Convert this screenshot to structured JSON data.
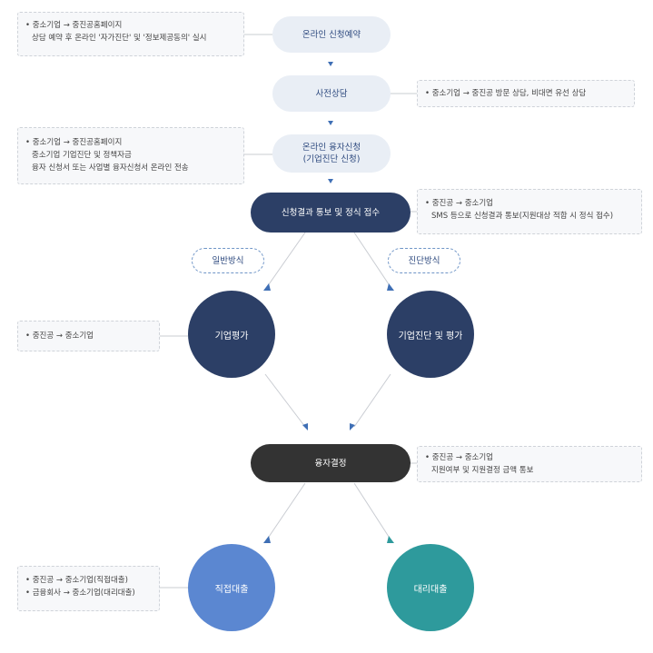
{
  "steps": {
    "online_reservation": "온라인 신청예약",
    "pre_consult": "사전상담",
    "online_apply_line1": "온라인 융자신청",
    "online_apply_line2": "(기업진단 신청)",
    "result_notice": "신청결과 통보 및 정식 접수",
    "general_method": "일반방식",
    "diagnosis_method": "진단방식",
    "company_eval": "기업평가",
    "company_diag_eval": "기업진단 및 평가",
    "loan_decision": "융자결정",
    "direct_loan": "직접대출",
    "agency_loan": "대리대출"
  },
  "notes": {
    "n1": [
      "• 중소기업 → 중진공홈페이지",
      "상담 예약 후 온라인 '자가진단' 및 '정보제공동의' 실시"
    ],
    "n2": [
      "• 중소기업 → 중진공 방문 상담, 비대면 유선 상담"
    ],
    "n3": [
      "• 중소기업 → 중진공홈페이지",
      "중소기업 기업진단 및 정책자금",
      "융자 신청서 또는 사업별 융자신청서 온라인 전송"
    ],
    "n4": [
      "• 중진공 → 중소기업",
      "SMS 등으로 신청결과 통보(지원대상 적합 시 정식 접수)"
    ],
    "n5": [
      "• 중진공 → 중소기업"
    ],
    "n6": [
      "• 중진공 → 중소기업",
      "지원여부 및 지원결정 금액 통보"
    ],
    "n7": [
      "• 중진공 → 중소기업(직접대출)",
      "• 금융회사 → 중소기업(대리대출)"
    ]
  },
  "colors": {
    "light_pill": "#e9eef5",
    "navy": "#2c3f66",
    "decision": "#333333",
    "direct_loan": "#5b87d1",
    "agency_loan": "#2e9a9c",
    "arrow_blue": "#3f6fb5"
  }
}
